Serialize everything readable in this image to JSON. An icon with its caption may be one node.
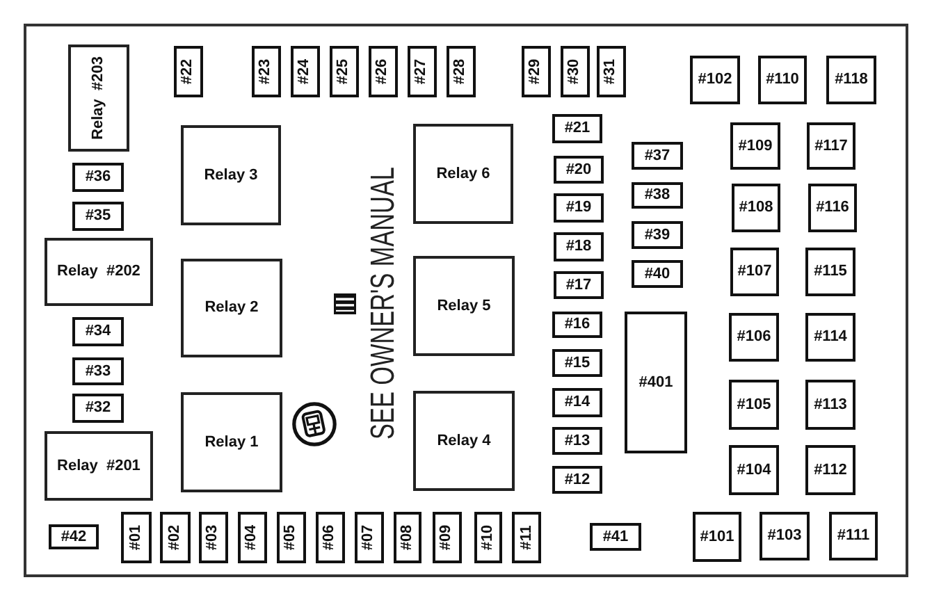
{
  "diagram": {
    "nodes": [
      {
        "text": [],
        "shape": "box"
      },
      {
        "text": [
          "Relay #203"
        ],
        "in": 0
      },
      {
        "text": [
          "#22"
        ],
        "in": 0
      },
      {
        "text": [
          "#23"
        ],
        "in": 0
      },
      {
        "text": [
          "#24"
        ],
        "in": 0
      },
      {
        "text": [
          "#25"
        ],
        "in": 0
      },
      {
        "text": [
          "#26"
        ],
        "in": 0
      },
      {
        "text": [
          "#27"
        ],
        "in": 0
      },
      {
        "text": [
          "#28"
        ],
        "in": 0
      },
      {
        "text": [
          "#29"
        ],
        "in": 0
      },
      {
        "text": [
          "#30"
        ],
        "in": 0
      },
      {
        "text": [
          "#31"
        ],
        "in": 0
      },
      {
        "text": [
          "#102"
        ],
        "in": 0
      },
      {
        "text": [
          "#110"
        ],
        "in": 0
      },
      {
        "text": [
          "#118"
        ],
        "in": 0
      },
      {
        "text": [
          "#36"
        ],
        "in": 0
      },
      {
        "text": [
          "#35"
        ],
        "in": 0
      },
      {
        "text": [
          "Relay #202"
        ],
        "in": 0
      },
      {
        "text": [
          "#34"
        ],
        "in": 0
      },
      {
        "text": [
          "#33"
        ],
        "in": 0
      },
      {
        "text": [
          "#32"
        ],
        "in": 0
      },
      {
        "text": [
          "Relay #201"
        ],
        "in": 0
      },
      {
        "text": [
          "Relay 3"
        ],
        "in": 0
      },
      {
        "text": [
          "Relay 2"
        ],
        "in": 0
      },
      {
        "text": [
          "Relay 1"
        ],
        "in": 0
      },
      {
        "text": [
          "Relay 6"
        ],
        "in": 0
      },
      {
        "text": [
          "Relay 5"
        ],
        "in": 0
      },
      {
        "text": [
          "Relay 4"
        ],
        "in": 0
      },
      {
        "text": [
          "#21"
        ],
        "in": 0
      },
      {
        "text": [
          "#20"
        ],
        "in": 0
      },
      {
        "text": [
          "#19"
        ],
        "in": 0
      },
      {
        "text": [
          "#18"
        ],
        "in": 0
      },
      {
        "text": [
          "#17"
        ],
        "in": 0
      },
      {
        "text": [
          "#16"
        ],
        "in": 0
      },
      {
        "text": [
          "#15"
        ],
        "in": 0
      },
      {
        "text": [
          "#14"
        ],
        "in": 0
      },
      {
        "text": [
          "#13"
        ],
        "in": 0
      },
      {
        "text": [
          "#12"
        ],
        "in": 0
      },
      {
        "text": [
          "#37"
        ],
        "in": 0
      },
      {
        "text": [
          "#38"
        ],
        "in": 0
      },
      {
        "text": [
          "#39"
        ],
        "in": 0
      },
      {
        "text": [
          "#40"
        ],
        "in": 0
      },
      {
        "text": [
          "#401"
        ],
        "in": 0
      },
      {
        "text": [
          "#109"
        ],
        "in": 0
      },
      {
        "text": [
          "#108"
        ],
        "in": 0
      },
      {
        "text": [
          "#107"
        ],
        "in": 0
      },
      {
        "text": [
          "#106"
        ],
        "in": 0
      },
      {
        "text": [
          "#105"
        ],
        "in": 0
      },
      {
        "text": [
          "#104"
        ],
        "in": 0
      },
      {
        "text": [
          "#117"
        ],
        "in": 0
      },
      {
        "text": [
          "#116"
        ],
        "in": 0
      },
      {
        "text": [
          "#115"
        ],
        "in": 0
      },
      {
        "text": [
          "#114"
        ],
        "in": 0
      },
      {
        "text": [
          "#113"
        ],
        "in": 0
      },
      {
        "text": [
          "#112"
        ],
        "in": 0
      },
      {
        "text": [
          "#42"
        ],
        "in": 0
      },
      {
        "text": [
          "#01"
        ],
        "in": 0
      },
      {
        "text": [
          "#02"
        ],
        "in": 0
      },
      {
        "text": [
          "#03"
        ],
        "in": 0
      },
      {
        "text": [
          "#04"
        ],
        "in": 0
      },
      {
        "text": [
          "#05"
        ],
        "in": 0
      },
      {
        "text": [
          "#06"
        ],
        "in": 0
      },
      {
        "text": [
          "#07"
        ],
        "in": 0
      },
      {
        "text": [
          "#08"
        ],
        "in": 0
      },
      {
        "text": [
          "#09"
        ],
        "in": 0
      },
      {
        "text": [
          "#10"
        ],
        "in": 0
      },
      {
        "text": [
          "#11"
        ],
        "in": 0
      },
      {
        "text": [
          "#41"
        ],
        "in": 0
      },
      {
        "text": [
          "#101"
        ],
        "in": 0
      },
      {
        "text": [
          "#103"
        ],
        "in": 0
      },
      {
        "text": [
          "#111"
        ],
        "in": 0
      }
    ],
    "labels": [
      "SEE OWNER'S MANUAL"
    ]
  }
}
